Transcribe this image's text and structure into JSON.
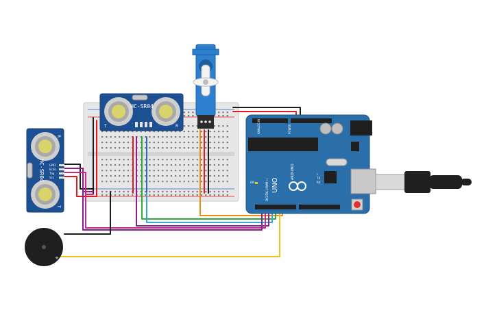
{
  "sensor_top": {
    "model": "HC-SR04",
    "pin_t": "T",
    "pin_r": "R"
  },
  "sensor_left": {
    "model": "HC-SR04",
    "pin_t": "T",
    "pin_r": "R",
    "pins": [
      "GND",
      "Echo",
      "Trig",
      "Vcc"
    ]
  },
  "arduino": {
    "brand": "ARDUINO",
    "model": "UNO",
    "digital_label": "DIGITAL (PWM~)",
    "analog_label": "ANALOG IN",
    "power_label": "POWER",
    "on_label": "ON",
    "tx_label": "TX",
    "rx_label": "RX",
    "l_label": "L"
  },
  "buzzer": {
    "plus": "+"
  },
  "colors": {
    "board": "#2a6fa9",
    "breadboard": "#e7e7e7",
    "sensor": "#1d4f93",
    "servo": "#2d7fd0",
    "red": "#e11b1b",
    "black": "#1b1b1b",
    "purple": "#8c1d8c",
    "magenta": "#c02b8c",
    "green": "#2faa3a",
    "cyan": "#36a9c7",
    "blue": "#2a67c7",
    "orange": "#f08b12",
    "yellow": "#f2c21b"
  }
}
